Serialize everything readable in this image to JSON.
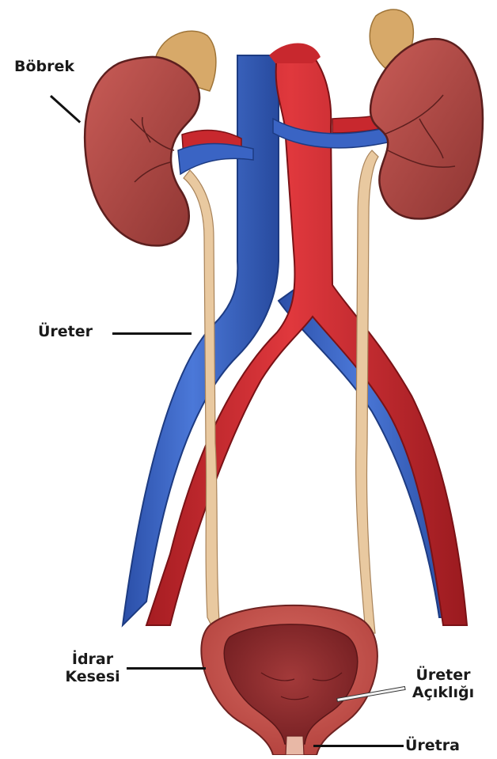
{
  "labels": {
    "kidney": "Böbrek",
    "ureter": "Üreter",
    "bladder_line1": "İdrar",
    "bladder_line2": "Kesesi",
    "ureter_opening_line1": "Üreter",
    "ureter_opening_line2": "Açıklığı",
    "urethra": "Üretra"
  },
  "colors": {
    "kidney": "#b14a46",
    "kidney_dark": "#7a2a28",
    "adrenal": "#d7a969",
    "artery": "#c8282e",
    "vein": "#3a64c4",
    "ureter": "#e9c9a0",
    "bladder": "#c7564f",
    "bladder_inner": "#8c2a2c"
  }
}
